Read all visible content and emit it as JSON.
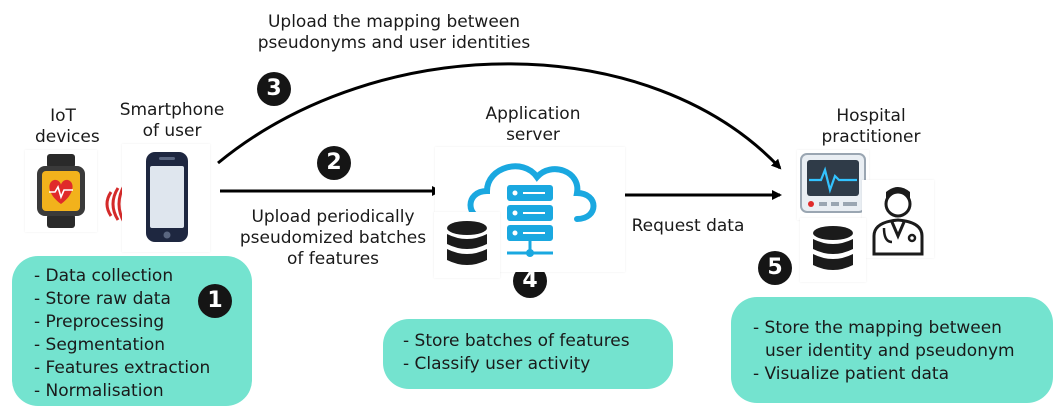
{
  "labels": {
    "iot_devices": [
      "IoT",
      "devices"
    ],
    "smartphone": [
      "Smartphone",
      "of user"
    ],
    "app_server": [
      "Application",
      "server"
    ],
    "hospital": [
      "Hospital",
      "practitioner"
    ],
    "upload_mapping": [
      "Upload the mapping between",
      "pseudonyms and user identities"
    ],
    "upload_periodic": [
      "Upload periodically",
      "pseudomized batches",
      "of features"
    ],
    "request_data": "Request data"
  },
  "badges": {
    "b1": "1",
    "b2": "2",
    "b3": "3",
    "b4": "4",
    "b5": "5"
  },
  "boxes": {
    "device_tasks": [
      "Data collection",
      "Store raw data",
      "Preprocessing",
      "Segmentation",
      "Features extraction",
      "Normalisation"
    ],
    "server_tasks": [
      "Store batches of features",
      "Classify user activity"
    ],
    "hospital_tasks": [
      "Store the mapping between",
      "user identity and pseudonym",
      "Visualize patient data"
    ]
  },
  "colors": {
    "box_fill": "#74e3cf",
    "cloud_blue": "#1aa8e0",
    "accent_red": "#e02a2a",
    "dark": "#151515"
  }
}
